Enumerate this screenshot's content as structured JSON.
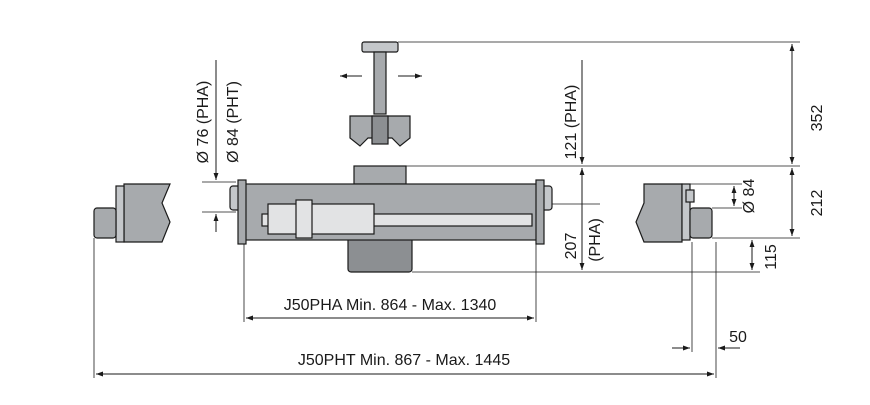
{
  "labels": {
    "dim_352": "352",
    "dim_212": "212",
    "dim_115": "115",
    "dim_84_right": "Ø 84",
    "dim_121_pha": "121 (PHA)",
    "dim_207": "207",
    "dim_207_pha": "(PHA)",
    "dim_76_pha": "Ø 76 (PHA)",
    "dim_84_pht": "Ø 84 (PHT)",
    "span_pha": "J50PHA Min. 864 - Max. 1340",
    "span_pht": "J50PHT Min. 867 - Max. 1445",
    "dim_50": "50"
  }
}
